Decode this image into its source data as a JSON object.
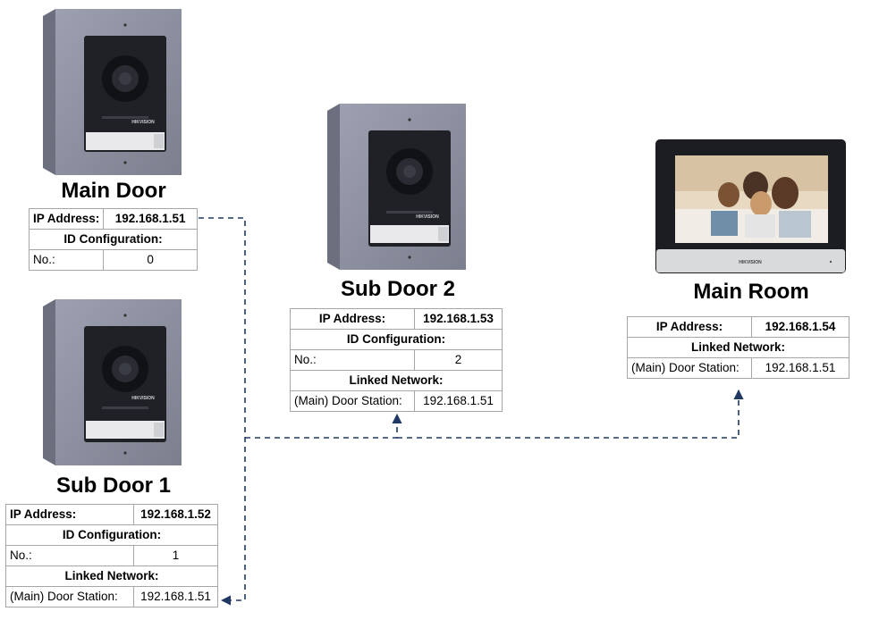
{
  "devices": {
    "main_door": {
      "title": "Main Door",
      "ip_label": "IP Address:",
      "ip": "192.168.1.51",
      "id_config_label": "ID Configuration:",
      "no_label": "No.:",
      "no": "0"
    },
    "sub_door_1": {
      "title": "Sub Door 1",
      "ip_label": "IP Address:",
      "ip": "192.168.1.52",
      "id_config_label": "ID Configuration:",
      "no_label": "No.:",
      "no": "1",
      "linked_label": "Linked Network:",
      "door_station_label": "(Main) Door Station:",
      "door_station_ip": "192.168.1.51"
    },
    "sub_door_2": {
      "title": "Sub Door 2",
      "ip_label": "IP Address:",
      "ip": "192.168.1.53",
      "id_config_label": "ID Configuration:",
      "no_label": "No.:",
      "no": "2",
      "linked_label": "Linked Network:",
      "door_station_label": "(Main) Door Station:",
      "door_station_ip": "192.168.1.51"
    },
    "main_room": {
      "title": "Main Room",
      "ip_label": "IP Address:",
      "ip": "192.168.1.54",
      "linked_label": "Linked Network:",
      "door_station_label": "(Main) Door Station:",
      "door_station_ip": "192.168.1.51"
    }
  },
  "brand": "HIKVISION",
  "colors": {
    "link_line": "#1f3864",
    "panel_frame": "#8a8d9c",
    "panel_face": "#1e1f24",
    "table_border": "#a6a6a6"
  }
}
